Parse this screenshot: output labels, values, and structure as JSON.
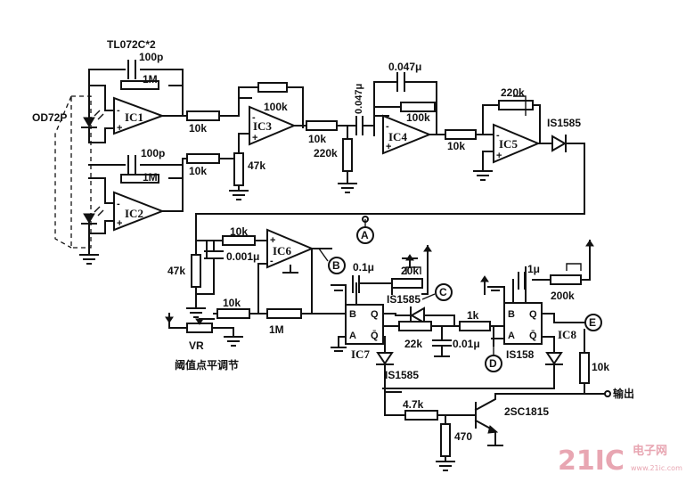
{
  "title": "TL072C*2",
  "sensor": "OD72P",
  "chips": {
    "ic1": "IC1",
    "ic2": "IC2",
    "ic3": "IC3",
    "ic4": "IC4",
    "ic5": "IC5",
    "ic6": "IC6",
    "ic7": "IC7",
    "ic8": "IC8"
  },
  "components": {
    "c_ic1_fb": "100p",
    "r_ic1_fb": "1M",
    "c_ic2_fb": "100p",
    "r_ic2_fb": "1M",
    "r_ic1_out": "10k",
    "r_ic2_out": "10k",
    "r_ic3_fb": "100k",
    "r_ic3_gnd": "47k",
    "r_ic3_out": "10k",
    "r_ic4_in": "220k",
    "c_ic4_in": "0.047μ",
    "c_ic4_fb": "0.047μ",
    "r_ic4_fb": "100k",
    "r_ic4_out": "10k",
    "r_ic5_fb": "220k",
    "d_ic5_out": "IS1585",
    "r_ic6_in": "10k",
    "c_ic6": "0.001μ",
    "r_ic6_gnd": "47k",
    "r_vr": "10k",
    "r_ic6_fb": "1M",
    "vr": "VR",
    "c_ic7_in": "0.1μ",
    "r_ic7_bias": "20k",
    "d_ic7_top": "IS1585",
    "r_ic7_mid": "22k",
    "c_ic7_mid": "0.01μ",
    "r_ic8_in": "1k",
    "d_ic7_bot": "IS1585",
    "d_ic8": "IS158",
    "c_ic8": "1μ",
    "r_ic8_bias": "200k",
    "r_ic8_out": "10k",
    "r_base": "4.7k",
    "r_emitter": "470",
    "transistor": "2SC1815"
  },
  "nodes": {
    "a": "A",
    "b": "B",
    "c": "C",
    "d": "D",
    "e": "E"
  },
  "pins": {
    "b": "B",
    "a": "A",
    "q": "Q",
    "qbar": "Q̄"
  },
  "vr_caption": "阈值点平调节",
  "output_label": "输出",
  "watermark": {
    "number": "21IC",
    "cn": "电子网",
    "url": "www.21ic.com"
  }
}
